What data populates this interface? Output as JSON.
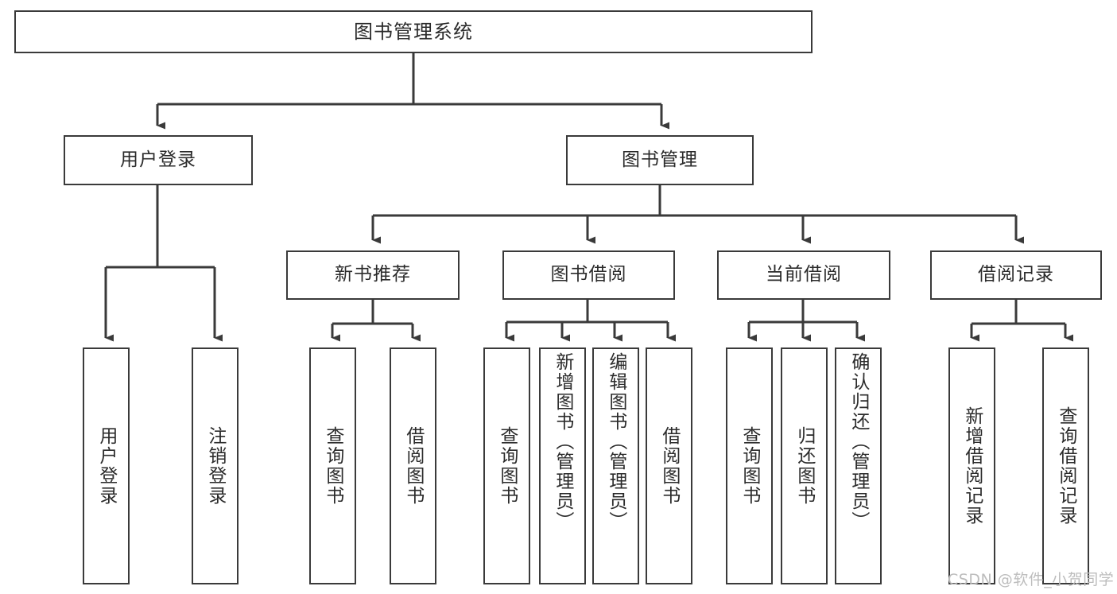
{
  "diagram": {
    "type": "tree-hierarchy",
    "title": "图书管理系统",
    "watermark": "CSDN @软件_小贺同学",
    "colors": {
      "stroke": "#3a3a3a",
      "background": "#ffffff",
      "text": "#2b2b2b",
      "watermark": "#bdbdbd"
    },
    "root": {
      "label": "图书管理系统"
    },
    "level1": [
      {
        "label": "用户登录"
      },
      {
        "label": "图书管理"
      }
    ],
    "level2": [
      {
        "label": "新书推荐"
      },
      {
        "label": "图书借阅"
      },
      {
        "label": "当前借阅"
      },
      {
        "label": "借阅记录"
      }
    ],
    "leaves": {
      "user_login": [
        {
          "label": "用户登录"
        },
        {
          "label": "注销登录"
        }
      ],
      "new_book": [
        {
          "label": "查询图书"
        },
        {
          "label": "借阅图书"
        }
      ],
      "book_borrow": [
        {
          "label": "查询图书"
        },
        {
          "label": "新增图书（管理员）"
        },
        {
          "label": "编辑图书（管理员）"
        },
        {
          "label": "借阅图书"
        }
      ],
      "current_borrow": [
        {
          "label": "查询图书"
        },
        {
          "label": "归还图书"
        },
        {
          "label": "确认归还（管理员）"
        }
      ],
      "borrow_record": [
        {
          "label": "新增借阅记录"
        },
        {
          "label": "查询借阅记录"
        }
      ]
    }
  }
}
